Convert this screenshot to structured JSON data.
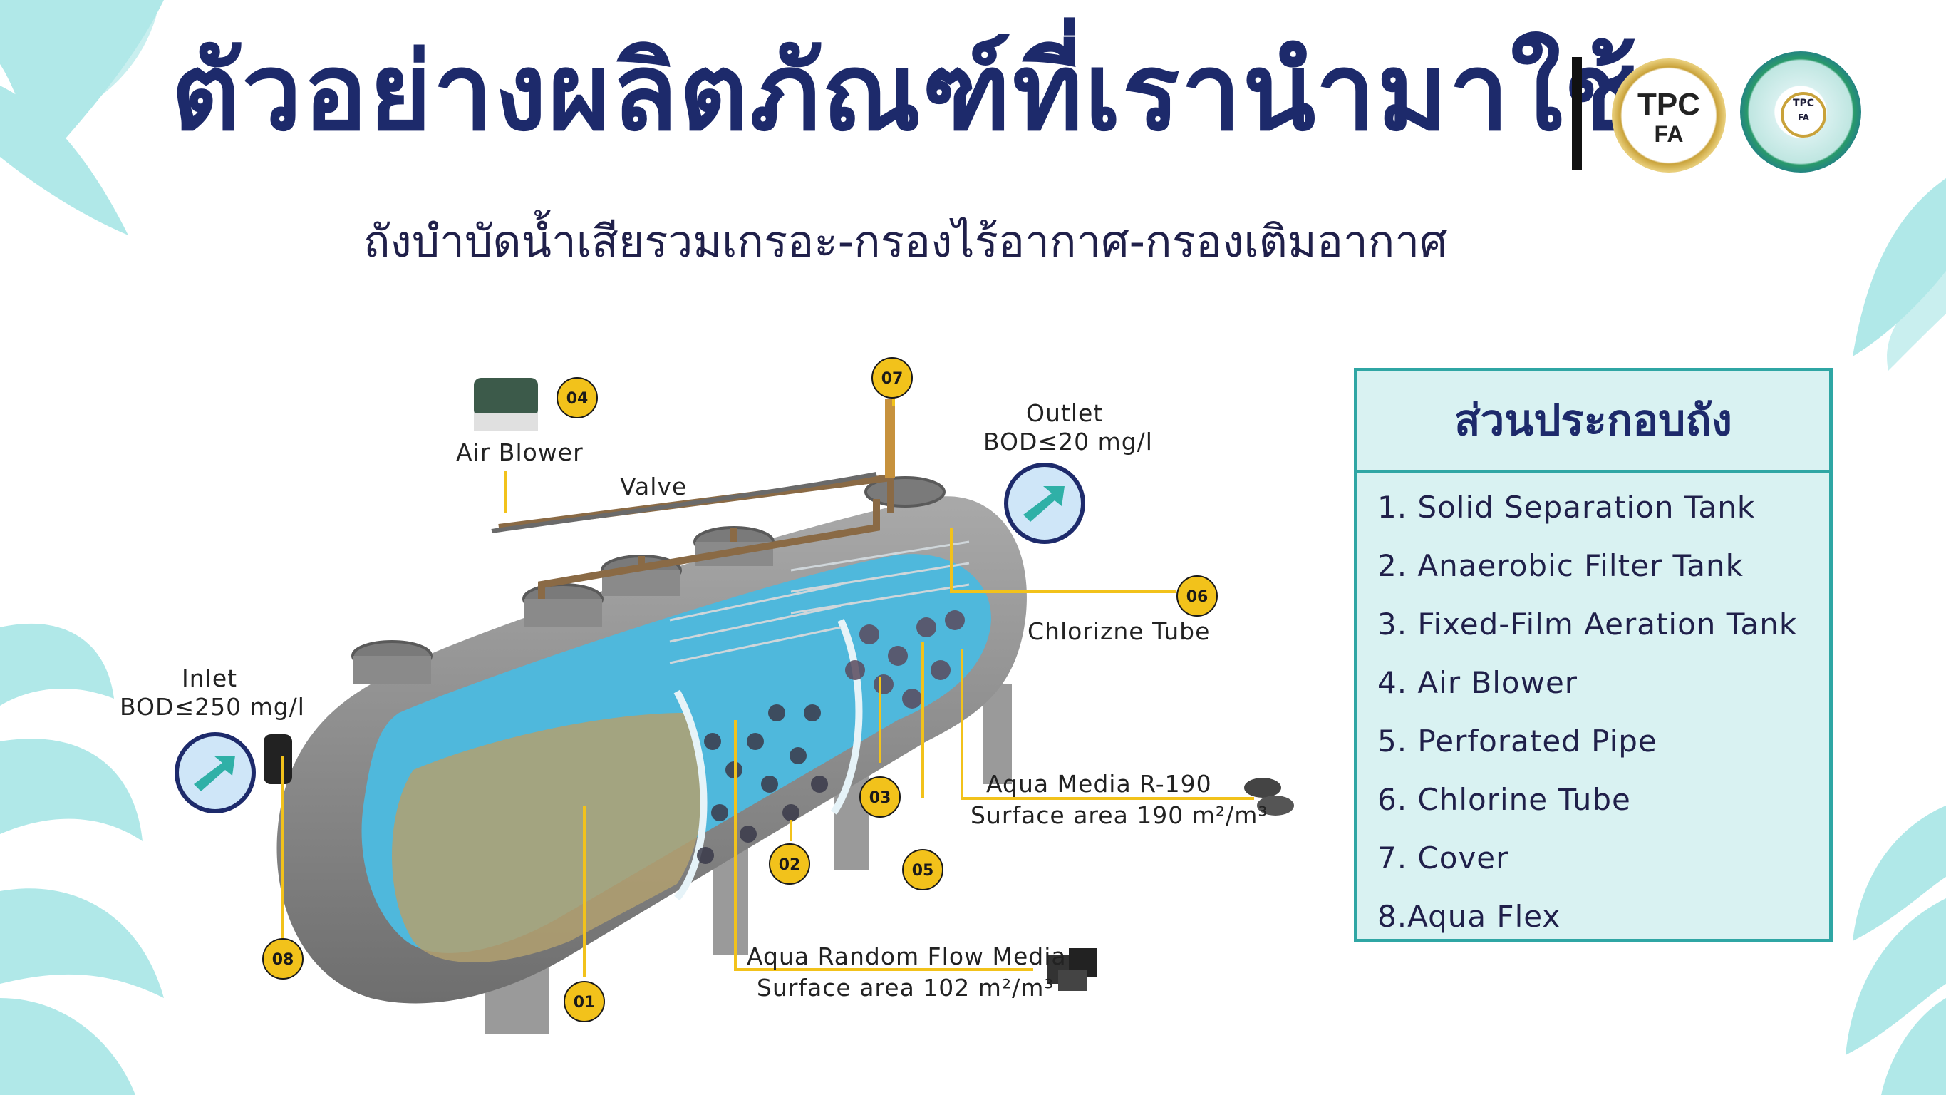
{
  "title": "ตัวอย่างผลิตภัณฑ์ที่เรานำมาใช้",
  "subtitle": "ถังบำบัดน้ำเสียรวมเกรอะ-กรองไร้อากาศ-กรองเติมอากาศ",
  "logos": {
    "tpc_line1": "TPC",
    "tpc_line2": "FA",
    "seal_line1": "TPC",
    "seal_line2": "FA"
  },
  "colors": {
    "title": "#1d2a6b",
    "accent_teal": "#2fa6a4",
    "panel_bg": "#d9f2f2",
    "marker_yellow": "#f2c21b",
    "tank_grey": "#8a8a8a",
    "water_blue": "#5cbde0",
    "leaf": "#a8e6e6"
  },
  "diagram": {
    "labels": {
      "air_blower": "Air Blower",
      "valve": "Valve",
      "outlet": "Outlet",
      "outlet_bod": "BOD≤20 mg/l",
      "inlet": "Inlet",
      "inlet_bod": "BOD≤250 mg/l",
      "chlorine_tube": "Chlorizne Tube",
      "media_r190": "Aqua Media R-190",
      "media_r190_area": "Surface area 190 m²/m³",
      "random_media": "Aqua Random Flow Media",
      "random_media_area": "Surface area 102 m²/m³"
    },
    "markers": [
      "01",
      "02",
      "03",
      "04",
      "05",
      "06",
      "07",
      "08"
    ]
  },
  "panel": {
    "heading": "ส่วนประกอบถัง",
    "items": [
      "1. Solid Separation Tank",
      "2. Anaerobic Filter Tank",
      "3. Fixed-Film Aeration Tank",
      "4. Air Blower",
      "5. Perforated Pipe",
      "6. Chlorine Tube",
      "7. Cover",
      "8.Aqua Flex"
    ]
  }
}
